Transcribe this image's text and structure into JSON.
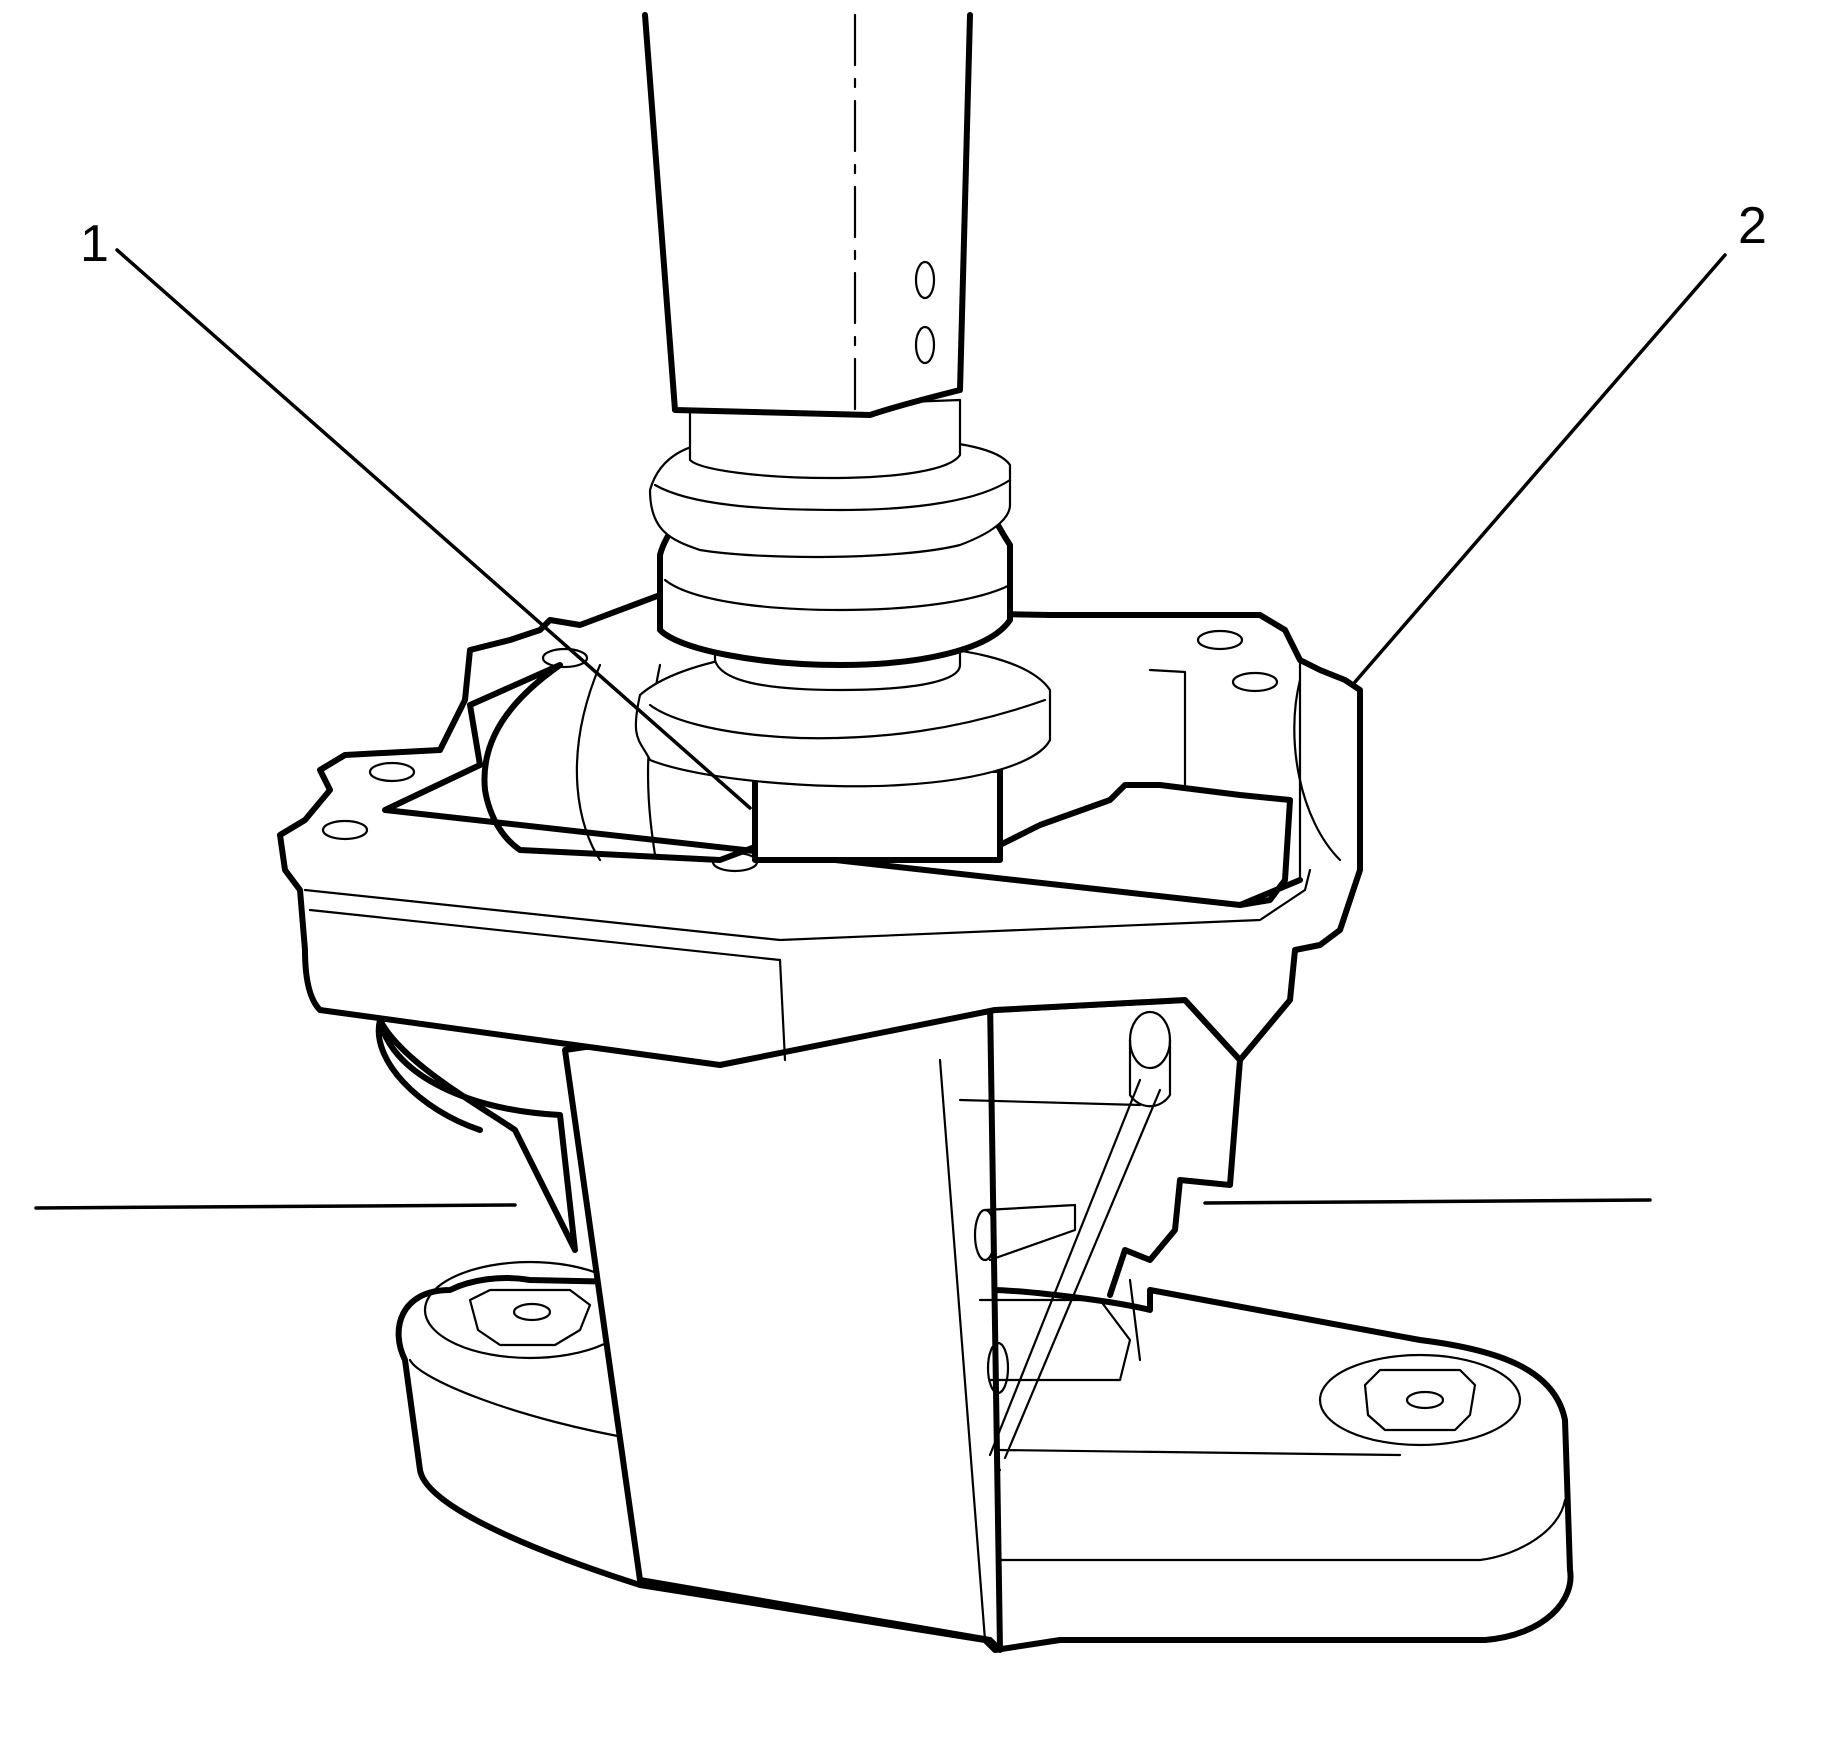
{
  "figure": {
    "type": "technical-illustration",
    "subject": "Tool installed on housing with shaft and bushing assembly",
    "background_color": "#ffffff",
    "line_color": "#000000"
  },
  "callouts": [
    {
      "id": "1",
      "label": "1"
    },
    {
      "id": "2",
      "label": "2"
    }
  ]
}
